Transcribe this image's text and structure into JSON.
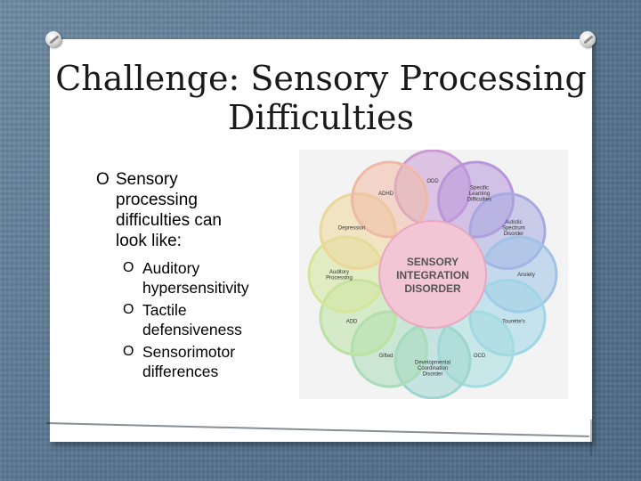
{
  "slide": {
    "title_line1": "Challenge:  Sensory Processing",
    "title_line2": "Difficulties",
    "bullet_marker": "O",
    "main_bullet": {
      "lines": [
        "Sensory",
        "processing",
        "difficulties can",
        "look like:"
      ]
    },
    "sub_bullets": [
      {
        "lines": [
          "Auditory",
          "hypersensitivity"
        ]
      },
      {
        "lines": [
          "Tactile",
          "defensiveness"
        ]
      },
      {
        "lines": [
          "Sensorimotor",
          "differences"
        ]
      }
    ]
  },
  "diagram": {
    "center_lines": [
      "SENSORY",
      "INTEGRATION",
      "DISORDER"
    ],
    "center_color": "#f3c6d6",
    "circles": [
      {
        "lines": [
          "ODD"
        ],
        "color": "#c99ad6"
      },
      {
        "lines": [
          "Specific",
          "Learning",
          "Difficulties"
        ],
        "color": "#b896da"
      },
      {
        "lines": [
          "Autistic",
          "Spectrum",
          "Disorder"
        ],
        "color": "#a6a9e0"
      },
      {
        "lines": [
          "Anxiety"
        ],
        "color": "#9fc2e6"
      },
      {
        "lines": [
          "Tourette's"
        ],
        "color": "#9fd6e6"
      },
      {
        "lines": [
          "OCD"
        ],
        "color": "#a2dce0"
      },
      {
        "lines": [
          "Developmental",
          "Coordination",
          "Disorder"
        ],
        "color": "#9ed6cf"
      },
      {
        "lines": [
          "Gifted"
        ],
        "color": "#a9dcb8"
      },
      {
        "lines": [
          "ADD"
        ],
        "color": "#b9e2a4"
      },
      {
        "lines": [
          "Auditory",
          "Processing"
        ],
        "color": "#d4e69a"
      },
      {
        "lines": [
          "Depression"
        ],
        "color": "#ecd79a"
      },
      {
        "lines": [
          "ADHD"
        ],
        "color": "#f0b9a6"
      }
    ]
  }
}
